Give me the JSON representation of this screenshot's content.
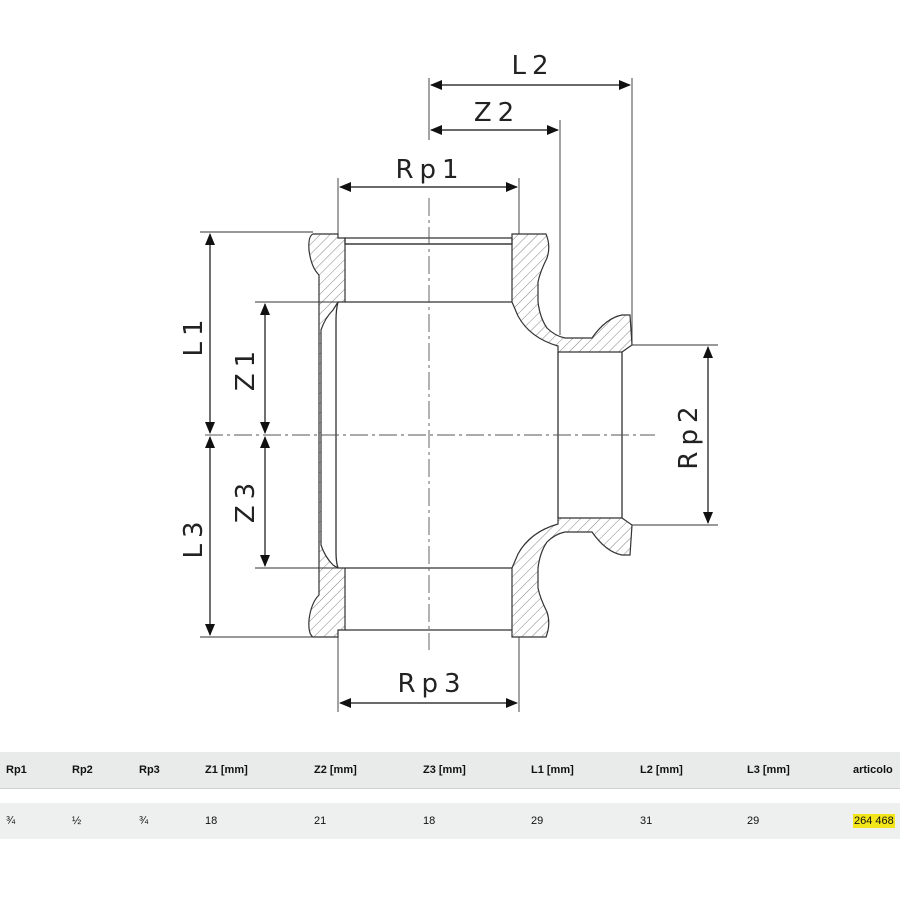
{
  "drawing": {
    "labels": {
      "l2": "L2",
      "z2": "Z2",
      "rp1": "Rp1",
      "l1": "L1",
      "z1": "Z1",
      "z3": "Z3",
      "l3": "L3",
      "rp2": "Rp2",
      "rp3": "Rp3"
    }
  },
  "table": {
    "headers": [
      "Rp1",
      "Rp2",
      "Rp3",
      "Z1 [mm]",
      "Z2 [mm]",
      "Z3 [mm]",
      "L1 [mm]",
      "L2 [mm]",
      "L3 [mm]",
      "articolo"
    ],
    "rows": [
      [
        "¾",
        "½",
        "¾",
        "18",
        "21",
        "18",
        "29",
        "31",
        "29",
        "264 468"
      ]
    ],
    "highlight_color": "#f2e61a"
  }
}
